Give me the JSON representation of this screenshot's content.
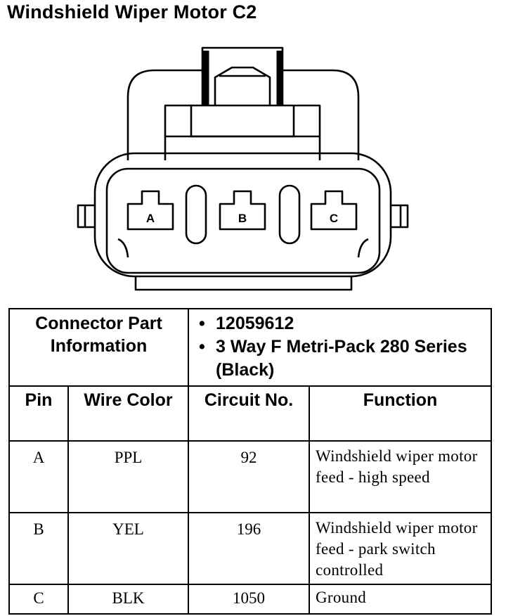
{
  "title": "Windshield Wiper Motor C2",
  "connector": {
    "cavity_labels": [
      "A",
      "B",
      "C"
    ]
  },
  "table": {
    "info_label": "Connector Part Information",
    "info_items": [
      "12059612",
      "3 Way F Metri-Pack 280 Series (Black)"
    ],
    "headers": {
      "pin": "Pin",
      "wire_color": "Wire Color",
      "circuit_no": "Circuit No.",
      "function": "Function"
    },
    "rows": [
      {
        "pin": "A",
        "wire_color": "PPL",
        "circuit": "92",
        "function": "Windshield wiper motor feed - high speed"
      },
      {
        "pin": "B",
        "wire_color": "YEL",
        "circuit": "196",
        "function": "Windshield wiper motor feed - park switch controlled"
      },
      {
        "pin": "C",
        "wire_color": "BLK",
        "circuit": "1050",
        "function": "Ground"
      }
    ]
  }
}
